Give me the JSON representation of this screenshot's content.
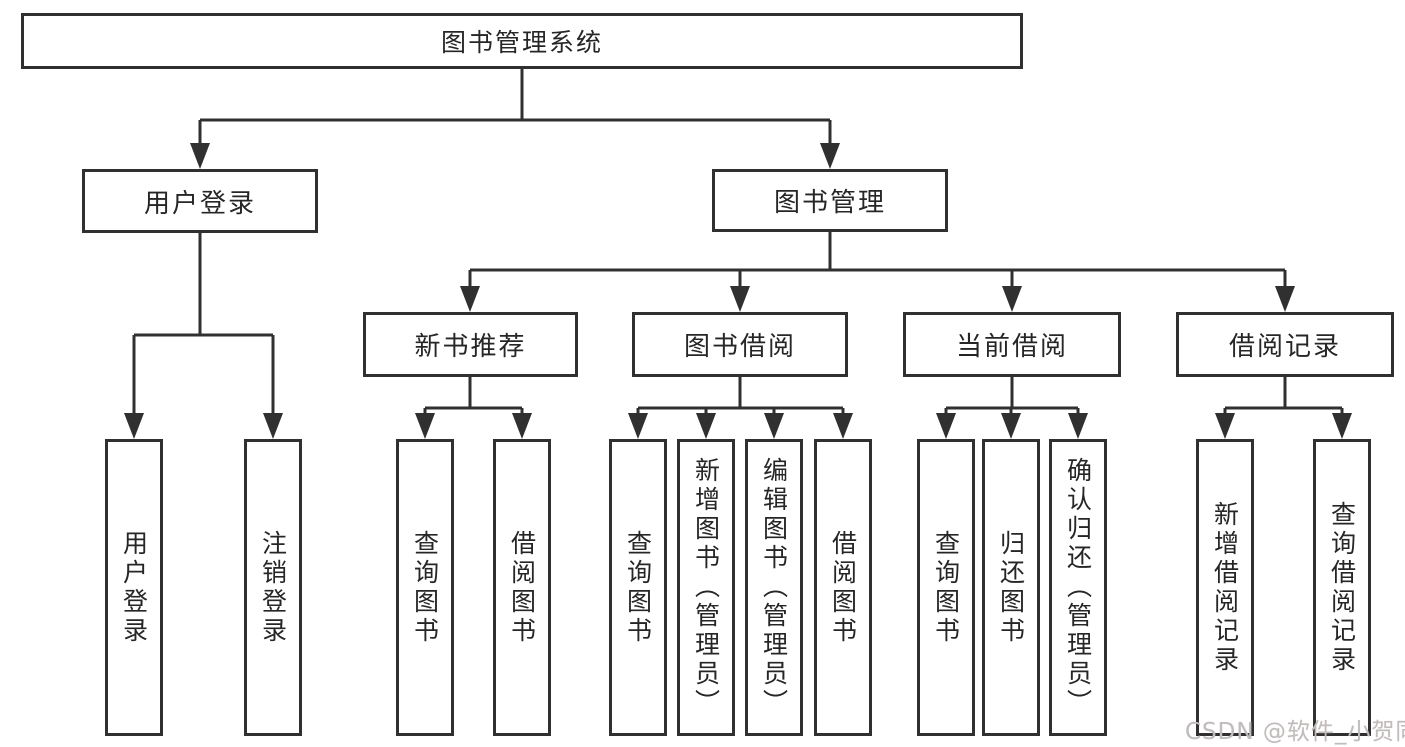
{
  "tree": {
    "root": {
      "label": "图书管理系统",
      "children": [
        {
          "label": "用户登录",
          "children": [
            {
              "label": "用户登录"
            },
            {
              "label": "注销登录"
            }
          ]
        },
        {
          "label": "图书管理",
          "children": [
            {
              "label": "新书推荐",
              "children": [
                {
                  "label": "查询图书"
                },
                {
                  "label": "借阅图书"
                }
              ]
            },
            {
              "label": "图书借阅",
              "children": [
                {
                  "label": "查询图书"
                },
                {
                  "label": "新增图书（管理员）"
                },
                {
                  "label": "编辑图书（管理员）"
                },
                {
                  "label": "借阅图书"
                }
              ]
            },
            {
              "label": "当前借阅",
              "children": [
                {
                  "label": "查询图书"
                },
                {
                  "label": "归还图书"
                },
                {
                  "label": "确认归还（管理员）"
                }
              ]
            },
            {
              "label": "借阅记录",
              "children": [
                {
                  "label": "新增借阅记录"
                },
                {
                  "label": "查询借阅记录"
                }
              ]
            }
          ]
        }
      ]
    }
  },
  "watermark": {
    "text": "CSDN @软件_小贺同学"
  },
  "colors": {
    "line": "#303030",
    "node_text": "#262626",
    "node_bg": "#ffffff",
    "canvas_bg": "#ffffff",
    "watermark": "#bdbdbd"
  }
}
